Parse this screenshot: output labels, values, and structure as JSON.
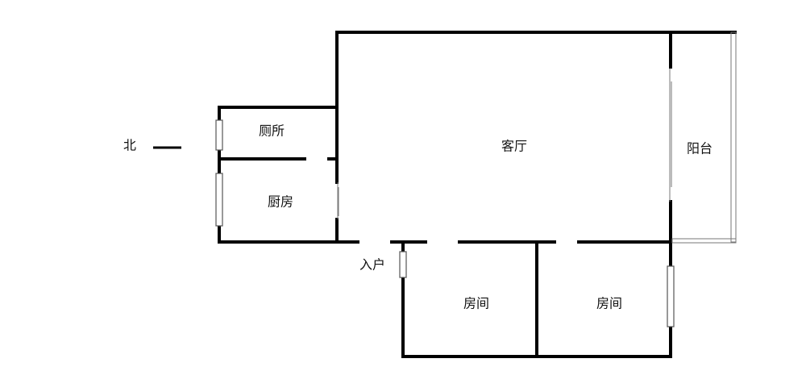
{
  "compass": {
    "north_label": "北"
  },
  "rooms": {
    "toilet": "厕所",
    "kitchen": "厨房",
    "living_room": "客厅",
    "balcony": "阳台",
    "entrance": "入户",
    "bedroom_1": "房间",
    "bedroom_2": "房间"
  }
}
